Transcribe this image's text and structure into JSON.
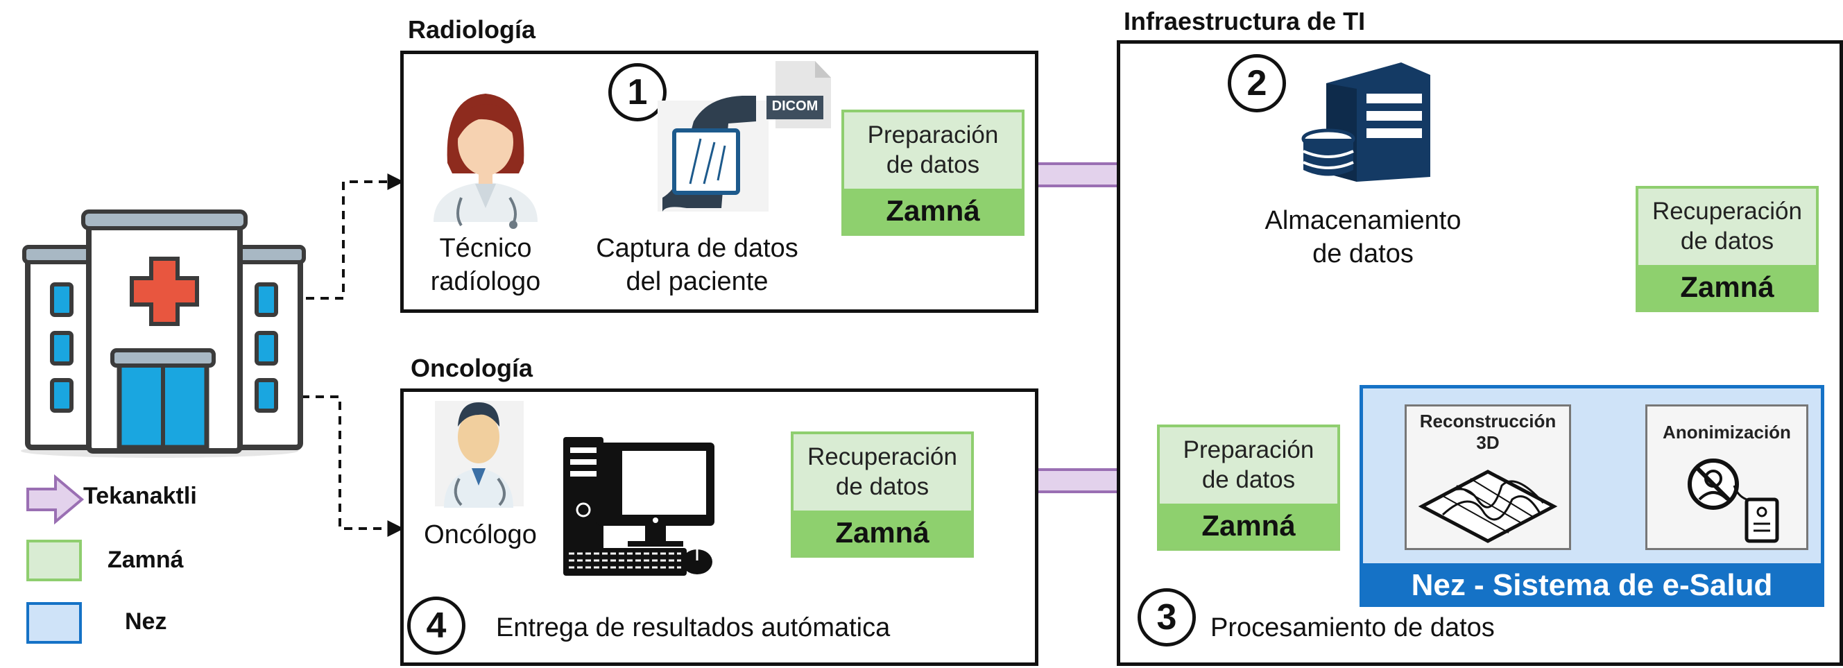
{
  "sections": {
    "radiologia": "Radiología",
    "oncologia": "Oncología",
    "infraestructura": "Infraestructura de TI"
  },
  "steps": [
    "1",
    "2",
    "3",
    "4"
  ],
  "radiologia": {
    "technician_label": "Técnico\nradíologo",
    "capture_label": "Captura de datos\ndel paciente",
    "dicom_label": "DICOM",
    "prep_box": {
      "top": "Preparación\nde datos",
      "bottom": "Zamná"
    }
  },
  "infra": {
    "storage_label": "Almacenamiento\nde datos",
    "recovery_box": {
      "top": "Recuperación\nde datos",
      "bottom": "Zamná"
    },
    "prep_box": {
      "top": "Preparación\nde datos",
      "bottom": "Zamná"
    },
    "nez_system": {
      "title": "Nez - Sistema de e-Salud",
      "recon_label": "Reconstrucción\n3D",
      "anon_label": "Anonimización"
    },
    "processing_label": "Procesamiento de datos"
  },
  "oncologia": {
    "oncologist_label": "Oncólogo",
    "recovery_box": {
      "top": "Recuperación\nde datos",
      "bottom": "Zamná"
    },
    "delivery_label": "Entrega de resultados autómatica"
  },
  "legend": {
    "arrow_label": "Tekanaktli",
    "green_label": "Zamná",
    "blue_label": "Nez"
  },
  "colors": {
    "zamna_fill": "#d9ecd3",
    "zamna_dark": "#8ed06e",
    "nez_fill": "#cfe3f8",
    "nez_border": "#1572c6",
    "arrow_fill": "#e3d2ec",
    "arrow_stroke": "#9a6fb3",
    "hospital_red": "#e8563f",
    "server_navy": "#143a64"
  }
}
